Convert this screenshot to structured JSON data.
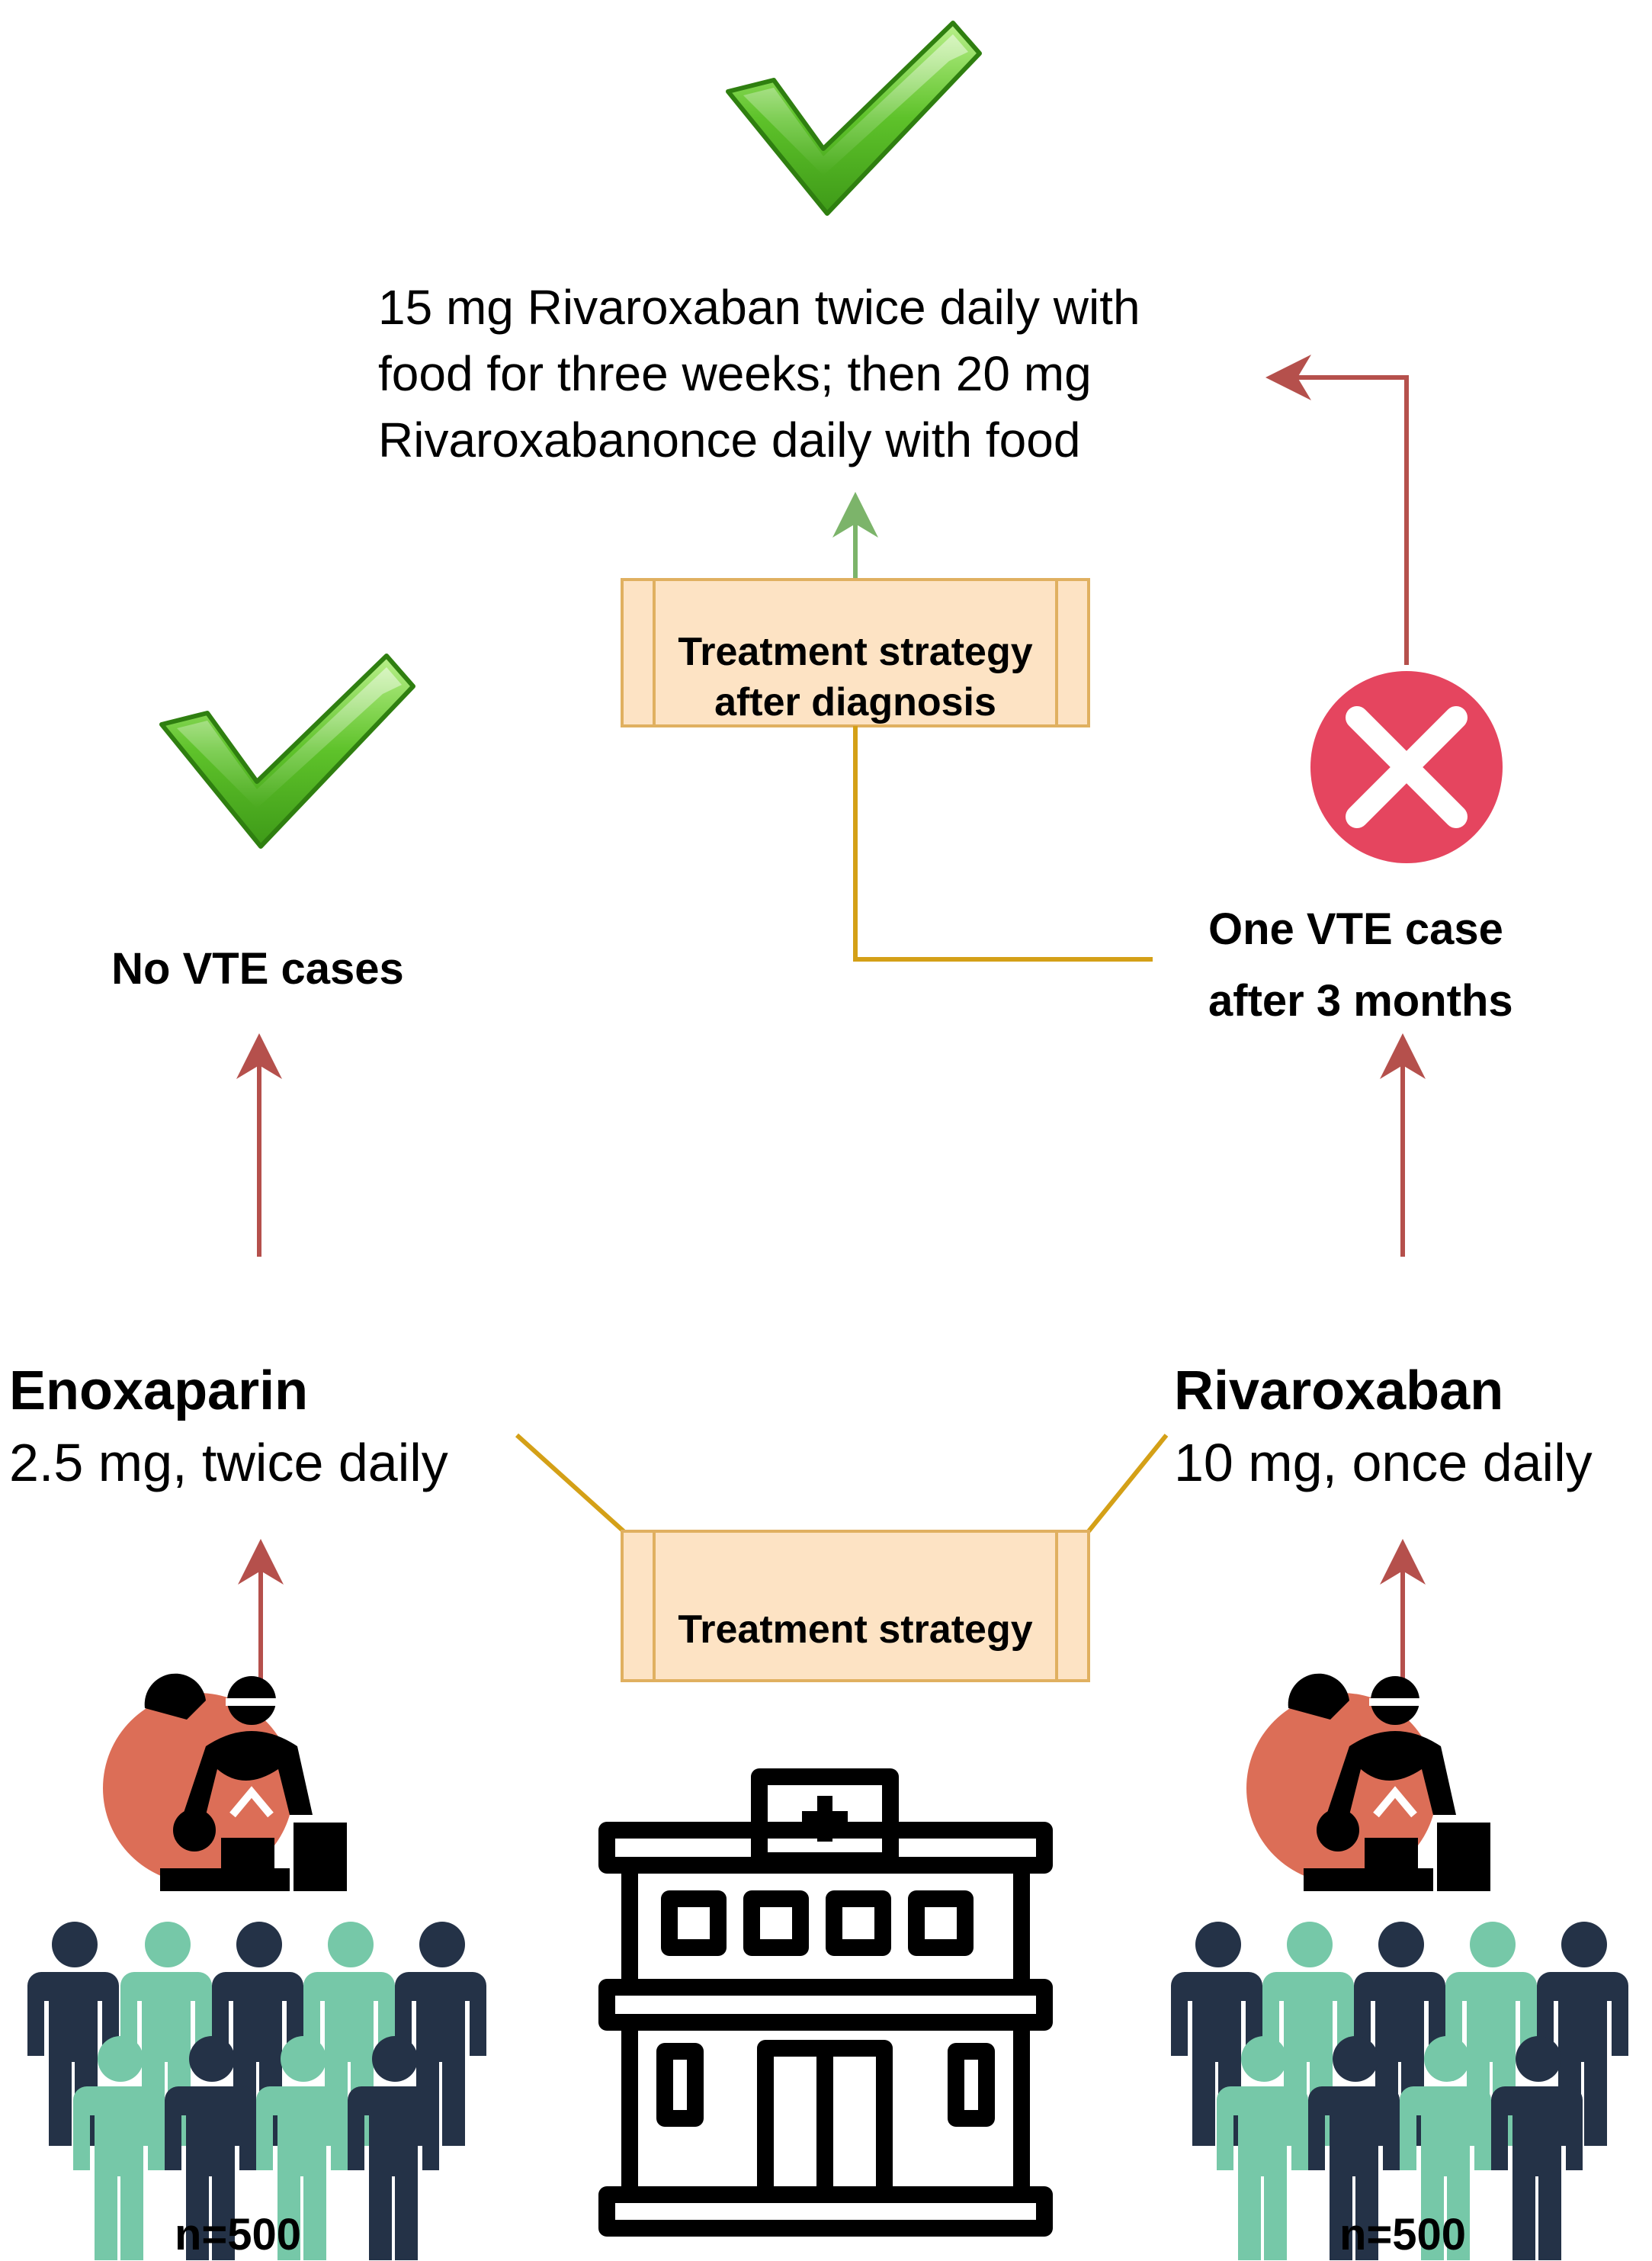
{
  "top_regimen": {
    "line1": "15 mg Rivaroxaban twice daily with",
    "line2": "food for three weeks; then 20 mg",
    "line3": "Rivaroxabanonce daily with food"
  },
  "box_after_diagnosis": {
    "line1": "Treatment strategy",
    "line2": "after diagnosis"
  },
  "box_treatment": {
    "label": "Treatment strategy"
  },
  "left_arm": {
    "outcome": "No VTE cases",
    "drug": "Enoxaparin",
    "dose": "2.5 mg, twice daily",
    "n": "n=500"
  },
  "right_arm": {
    "outcome_line1": "One VTE case",
    "outcome_line2": "after 3 months",
    "drug": "Rivaroxaban",
    "dose": "10 mg, once daily",
    "n": "n=500"
  },
  "icons": {
    "success": "checkmark-icon",
    "failure": "x-circle-icon",
    "hospital": "hospital-icon",
    "doctor": "doctor-patient-icon",
    "people": "people-group-icon"
  },
  "colors": {
    "arrow_red": "#B5504C",
    "arrow_green": "#7CB46A",
    "connector_gold": "#D4A017",
    "box_fill": "#FDE3C4",
    "box_border": "#E0B060",
    "check_green": "#5EC22A",
    "x_red": "#E5455F",
    "people_dark": "#243247",
    "people_teal": "#76C8A8",
    "doctor_orange": "#DC6E57"
  }
}
